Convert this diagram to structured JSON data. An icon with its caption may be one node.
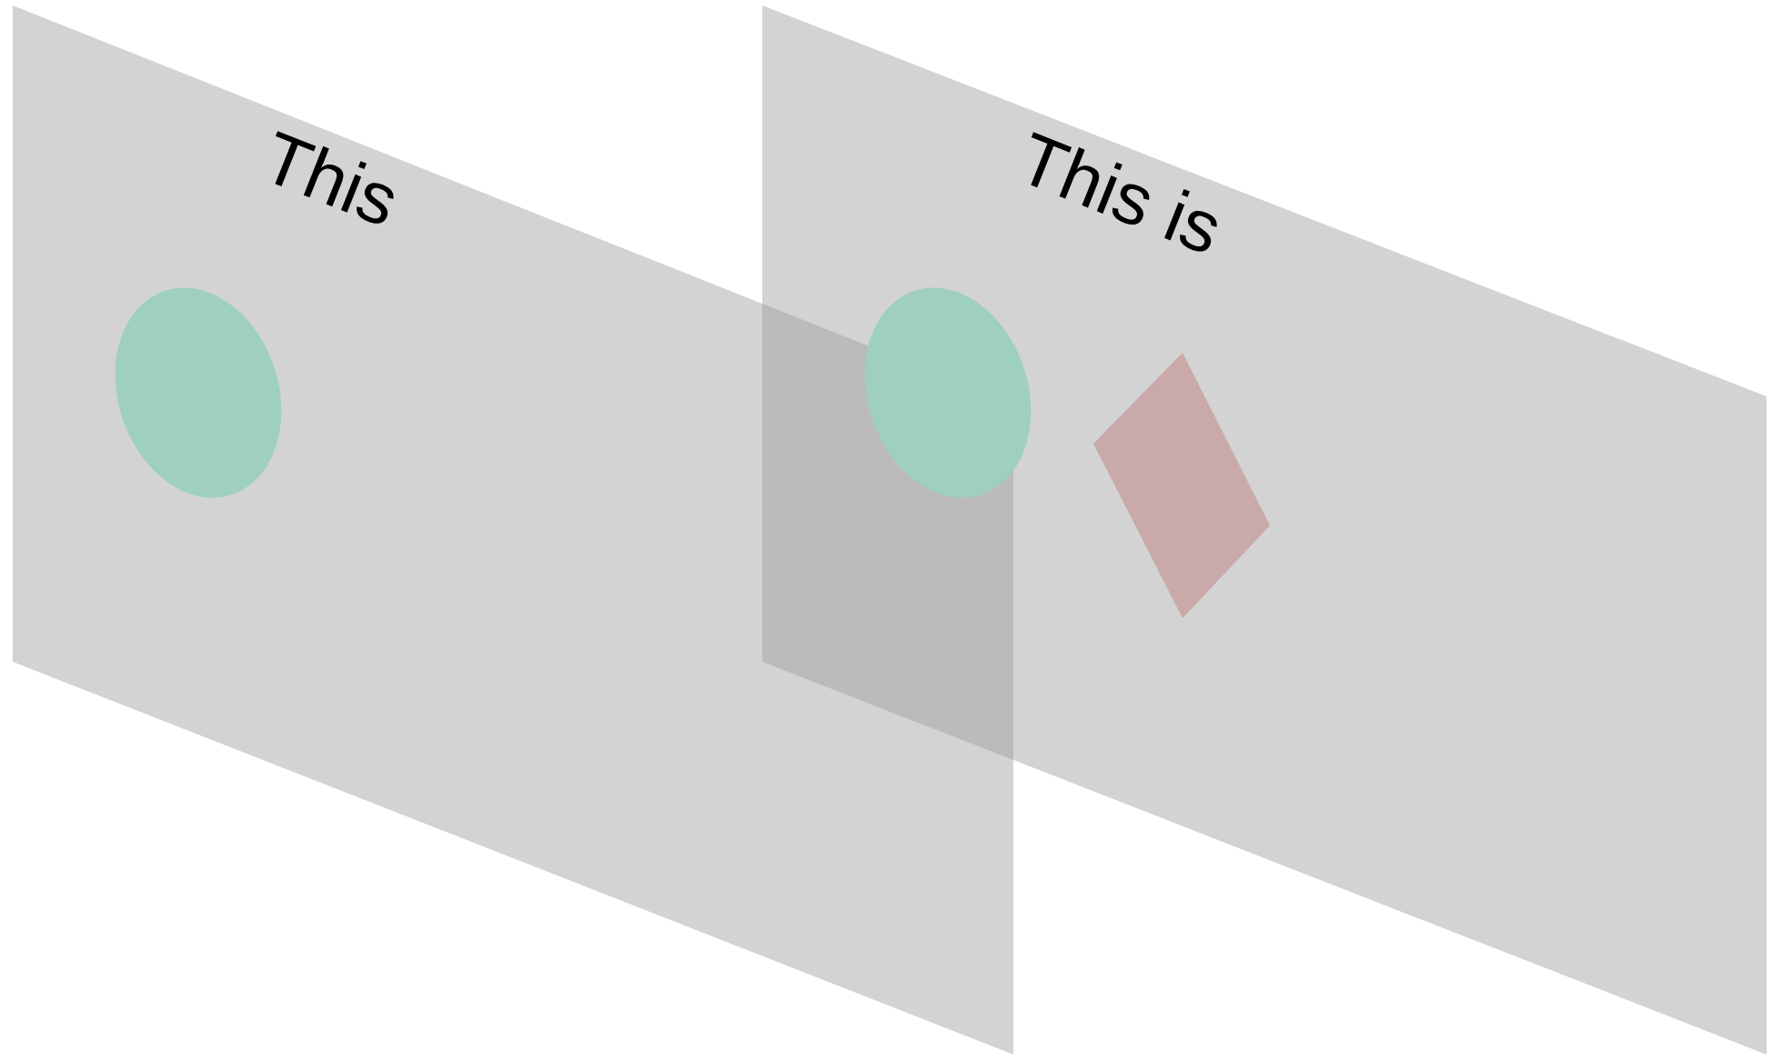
{
  "diagram": {
    "nodes": [
      {
        "text": [
          "This"
        ]
      },
      {
        "text": [
          "This is"
        ]
      },
      {
        "text": [],
        "shape": "circle",
        "in": 0
      },
      {
        "text": [],
        "shape": "circle",
        "in": 1
      },
      {
        "text": [],
        "shape": "diamond",
        "in": 1
      }
    ]
  }
}
